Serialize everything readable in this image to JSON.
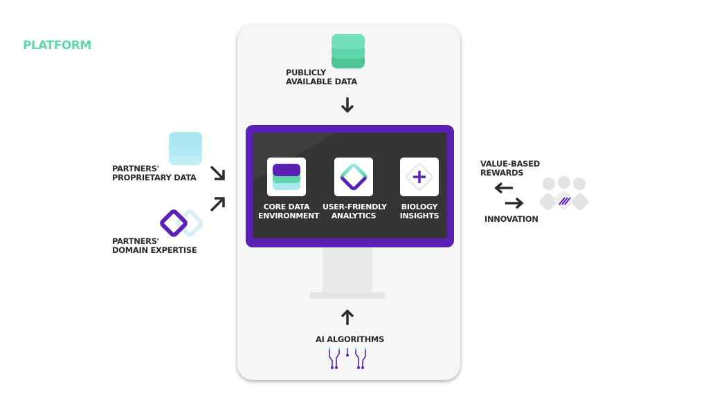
{
  "title": "PLATFORM",
  "inputs": {
    "public_data": [
      "PUBLICLY",
      "AVAILABLE DATA"
    ],
    "partner_data": [
      "PARTNERS'",
      "PROPRIETARY DATA"
    ],
    "partner_expertise": [
      "PARTNERS'",
      "DOMAIN EXPERTISE"
    ],
    "ai": [
      "AI ALGORITHMS"
    ]
  },
  "screen_tiles": [
    {
      "lines": [
        "CORE DATA",
        "ENVIRONMENT"
      ],
      "icon": "data-stack-icon"
    },
    {
      "lines": [
        "USER-FRIENDLY",
        "ANALYTICS"
      ],
      "icon": "analytics-diamond-icon"
    },
    {
      "lines": [
        "BIOLOGY",
        "INSIGHTS"
      ],
      "icon": "plus-icon"
    }
  ],
  "exchange": {
    "rewards": [
      "VALUE-BASED",
      "REWARDS"
    ],
    "innovation": [
      "INNOVATION"
    ]
  },
  "colors": {
    "accent_green": "#5fd6ac",
    "purple": "#5b21b6",
    "light_blue": "#a9e6f2",
    "screen": "#353535"
  }
}
